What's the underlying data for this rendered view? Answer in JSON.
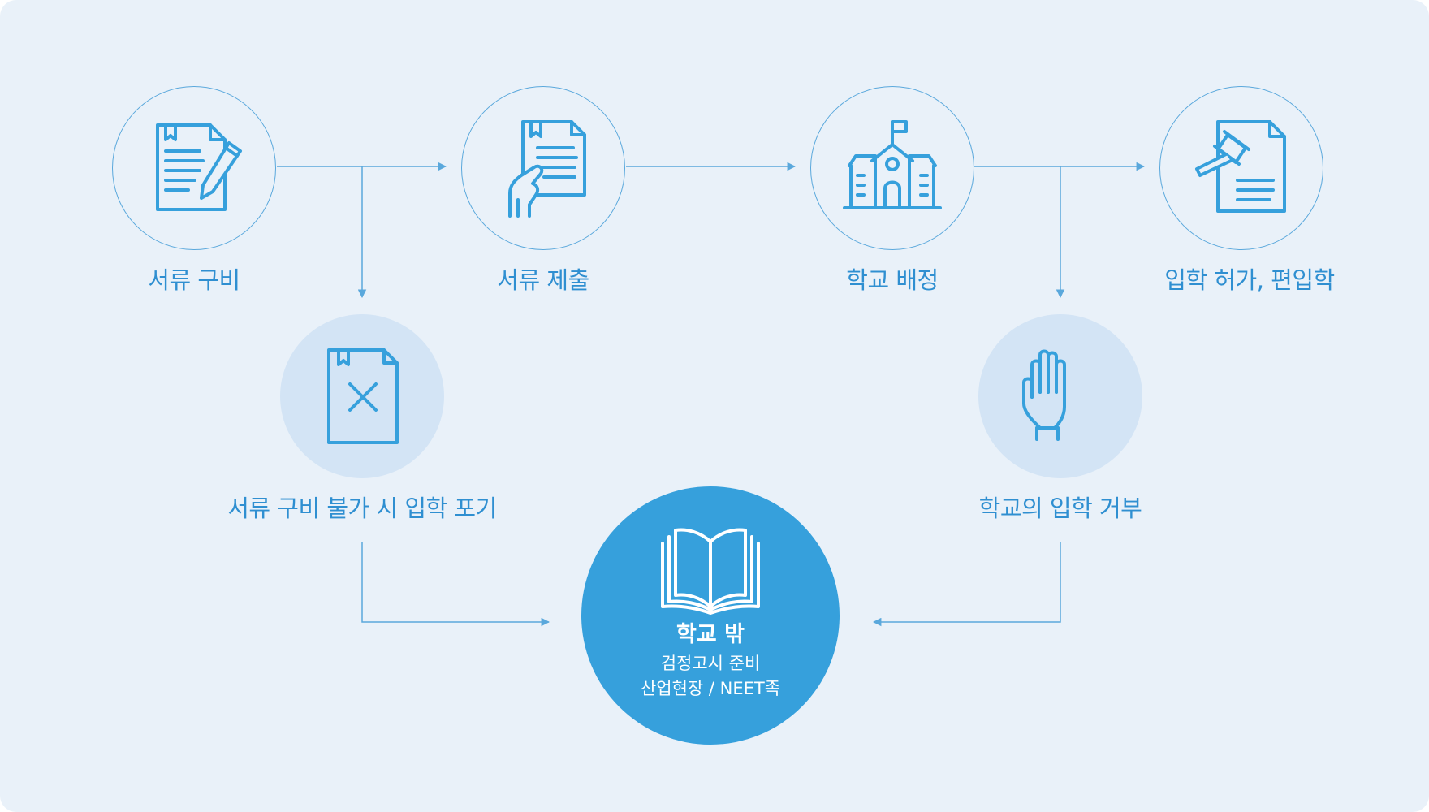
{
  "colors": {
    "accent": "#2f8fd1",
    "accent_fill": "#36a0dc",
    "light_fill": "#d3e4f5",
    "background": "#e9f1f9",
    "line": "#5aa8dc"
  },
  "steps": [
    {
      "icon": "document-pen-icon",
      "label": "서류 구비"
    },
    {
      "icon": "hand-document-icon",
      "label": "서류 제출"
    },
    {
      "icon": "school-building-icon",
      "label": "학교 배정"
    },
    {
      "icon": "gavel-document-icon",
      "label": "입학 허가, 편입학"
    }
  ],
  "branches": [
    {
      "icon": "document-x-icon",
      "label": "서류 구비 불가 시 입학 포기"
    },
    {
      "icon": "raised-hand-icon",
      "label": "학교의 입학 거부"
    }
  ],
  "result": {
    "icon": "open-book-icon",
    "title": "학교 밖",
    "line1": "검정고시 준비",
    "line2": "산업현장 / NEET족"
  }
}
